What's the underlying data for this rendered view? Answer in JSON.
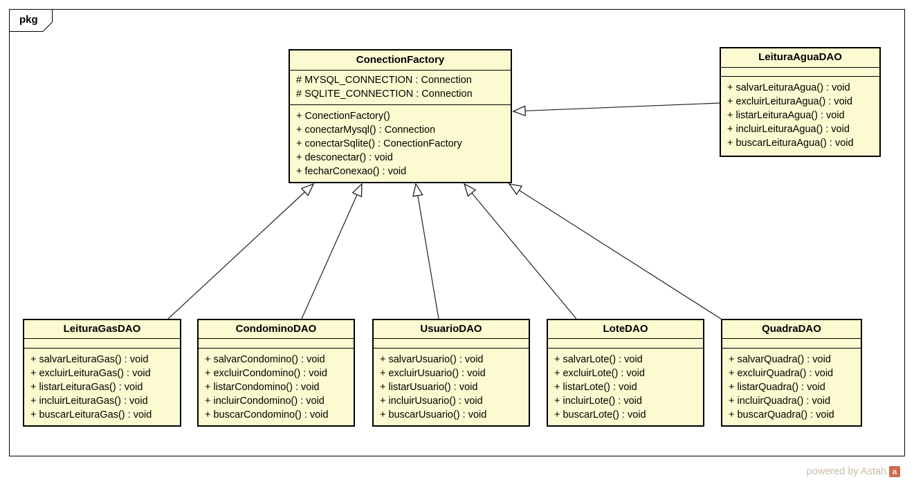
{
  "frame": {
    "label": "pkg"
  },
  "watermark": {
    "text": "powered by Astah",
    "logo_letter": "a"
  },
  "colors": {
    "class_fill": "#FBFAD0",
    "border": "#000000",
    "connector": "#1F1F1F",
    "watermark_text": "#C9BCAB",
    "logo_bg": "#CF6A4C",
    "logo_letter_color": "#F5E9DE"
  },
  "classes": [
    {
      "id": "ConectionFactory",
      "name": "ConectionFactory",
      "attributes": [
        "# MYSQL_CONNECTION : Connection",
        "# SQLITE_CONNECTION : Connection"
      ],
      "operations": [
        "+ ConectionFactory()",
        "+ conectarMysql() : Connection",
        "+ conectarSqlite() : ConectionFactory",
        "+ desconectar() : void",
        "+ fecharConexao() : void"
      ]
    },
    {
      "id": "LeituraAguaDAO",
      "name": "LeituraAguaDAO",
      "attributes": [],
      "operations": [
        "+ salvarLeituraAgua() : void",
        "+ excluirLeituraAgua() : void",
        "+ listarLeituraAgua() : void",
        "+ incluirLeituraAgua() : void",
        "+ buscarLeituraAgua() : void"
      ]
    },
    {
      "id": "LeituraGasDAO",
      "name": "LeituraGasDAO",
      "attributes": [],
      "operations": [
        "+ salvarLeituraGas() : void",
        "+ excluirLeituraGas() : void",
        "+ listarLeituraGas() : void",
        "+ incluirLeituraGas() : void",
        "+ buscarLeituraGas() : void"
      ]
    },
    {
      "id": "CondominoDAO",
      "name": "CondominoDAO",
      "attributes": [],
      "operations": [
        "+ salvarCondomino() : void",
        "+ excluirCondomino() : void",
        "+ listarCondomino() : void",
        "+ incluirCondomino() : void",
        "+ buscarCondomino() : void"
      ]
    },
    {
      "id": "UsuarioDAO",
      "name": "UsuarioDAO",
      "attributes": [],
      "operations": [
        "+ salvarUsuario() : void",
        "+ excluirUsuario() : void",
        "+ listarUsuario() : void",
        "+ incluirUsuario() : void",
        "+ buscarUsuario() : void"
      ]
    },
    {
      "id": "LoteDAO",
      "name": "LoteDAO",
      "attributes": [],
      "operations": [
        "+ salvarLote() : void",
        "+ excluirLote() : void",
        "+ listarLote() : void",
        "+ incluirLote() : void",
        "+ buscarLote() : void"
      ]
    },
    {
      "id": "QuadraDAO",
      "name": "QuadraDAO",
      "attributes": [],
      "operations": [
        "+ salvarQuadra() : void",
        "+ excluirQuadra() : void",
        "+ listarQuadra() : void",
        "+ incluirQuadra() : void",
        "+ buscarQuadra() : void"
      ]
    }
  ],
  "relations": [
    {
      "from": "LeituraAguaDAO",
      "to": "ConectionFactory",
      "type": "generalization"
    },
    {
      "from": "LeituraGasDAO",
      "to": "ConectionFactory",
      "type": "generalization"
    },
    {
      "from": "CondominoDAO",
      "to": "ConectionFactory",
      "type": "generalization"
    },
    {
      "from": "UsuarioDAO",
      "to": "ConectionFactory",
      "type": "generalization"
    },
    {
      "from": "LoteDAO",
      "to": "ConectionFactory",
      "type": "generalization"
    },
    {
      "from": "QuadraDAO",
      "to": "ConectionFactory",
      "type": "generalization"
    }
  ]
}
